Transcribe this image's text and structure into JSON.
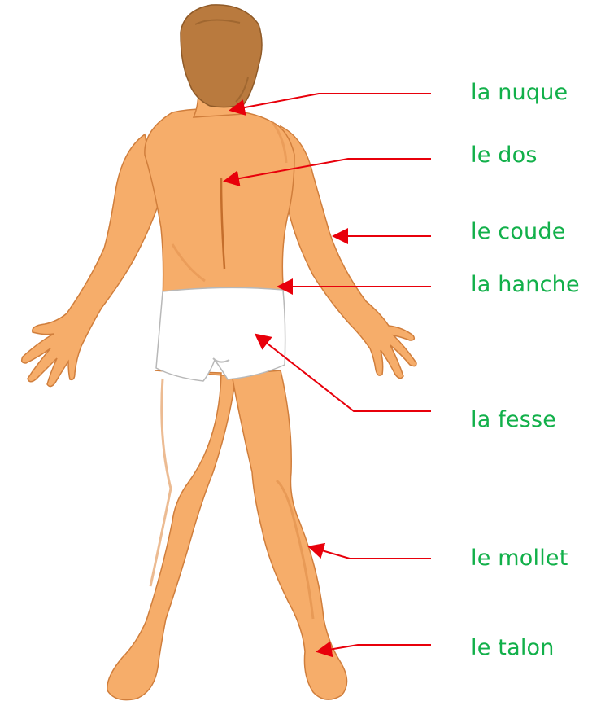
{
  "labels": {
    "nuque": "la nuque",
    "dos": "le dos",
    "coude": "le coude",
    "hanche": "la hanche",
    "fesse": "la fesse",
    "mollet": "le mollet",
    "talon": "le talon"
  },
  "colors": {
    "label_text": "#12b04a",
    "arrow": "#e8000b",
    "skin": "#f6ad6a",
    "skin_shadow": "#e08e4a",
    "hair": "#b97a3e",
    "shorts": "#ffffff"
  }
}
